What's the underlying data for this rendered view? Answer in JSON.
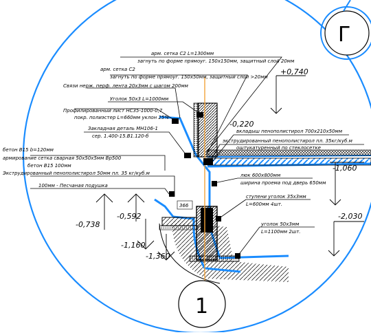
{
  "title": "",
  "callouts": [
    {
      "id": "mesh_c2_1300_a",
      "text": "арм. сетка С2 L=1300мм"
    },
    {
      "id": "mesh_c2_1300_b",
      "text": "загнуть по форме прямоуг. 150х150мм, защитный слой 20мм"
    },
    {
      "id": "mesh_c2_a",
      "text": "арм. сетка С2"
    },
    {
      "id": "mesh_c2_b",
      "text": "загнуть по форме прямоуг. 150х50мм, защитный слой >20мм"
    },
    {
      "id": "ties",
      "text": "Связи нерж. перф. лента 20х3мм с шагом 200мм"
    },
    {
      "id": "angle_50",
      "text": "Уголок 50х3 L=1000мм"
    },
    {
      "id": "profile_a",
      "text": "Профилированный лист НС35-1000-0,7"
    },
    {
      "id": "profile_b",
      "text": "покр. полиэстер L=660мм уклон 25%"
    },
    {
      "id": "embed_a",
      "text": "Закладная деталь МН106-1"
    },
    {
      "id": "embed_b",
      "text": "сер. 1.400-15.В1.120-б"
    },
    {
      "id": "concrete_a",
      "text": "бетон В15 b=120мм"
    },
    {
      "id": "concrete_b",
      "text": "армирование сетка сварная 50х50х5мм Вр500"
    },
    {
      "id": "concrete_c",
      "text": "бетон В15 100мм"
    },
    {
      "id": "xps_35",
      "text": "Экструдированный пенополистирол 50мм пл. 35 кг/куб.м"
    },
    {
      "id": "sand",
      "text": "100мм - Песчаная подушка"
    },
    {
      "id": "insert",
      "text": "вкладыш пенополистирол 700х210х50мм"
    },
    {
      "id": "xps_right_a",
      "text": "экструдированный пенополистирол пл. 35кг/куб.м"
    },
    {
      "id": "xps_right_b",
      "text": "оштукатуренный по стеклосетке"
    },
    {
      "id": "hatch_a",
      "text": "люк 600х800мм"
    },
    {
      "id": "hatch_b",
      "text": "ширина проема под дверь 650мм"
    },
    {
      "id": "steps_a",
      "text": "ступени уголок 35х3мм"
    },
    {
      "id": "steps_b",
      "text": "L=600мм 4шт."
    },
    {
      "id": "angle_right_a",
      "text": "уголок 50х3мм"
    },
    {
      "id": "angle_right_b",
      "text": "L=1100мм 2шт."
    }
  ],
  "levels": {
    "l_0740": "+0,740",
    "l_0220": "-0,220",
    "l_1060": "-1,060",
    "l_0738": "-0,738",
    "l_0592": "-0,592",
    "l_2030": "-2,030",
    "l_1160": "-1,160",
    "l_1360": "-1,360"
  },
  "dim_366": "366",
  "node_big": "1",
  "node_small": "Г",
  "colors": {
    "blue": "#1a8cff",
    "orange": "#f2a33a",
    "black": "#000000"
  }
}
